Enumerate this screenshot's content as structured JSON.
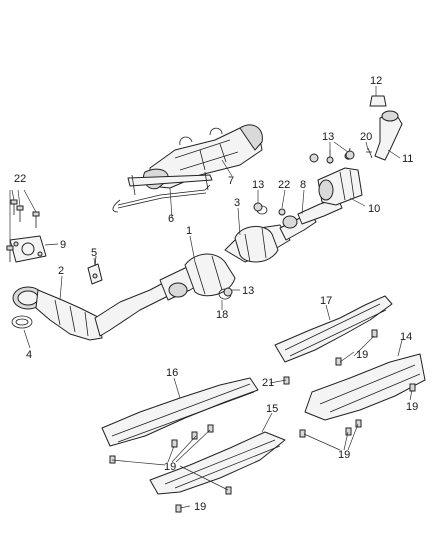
{
  "callouts": {
    "c22_left": "22",
    "c9": "9",
    "c2": "2",
    "c4": "4",
    "c5": "5",
    "c1": "1",
    "c3": "3",
    "c13_a": "13",
    "c22_right": "22",
    "c8": "8",
    "c13_b": "13",
    "c18": "18",
    "c6": "6",
    "c7": "7",
    "c10": "10",
    "c11": "11",
    "c12": "12",
    "c13_c": "13",
    "c20": "20",
    "c17": "17",
    "c14": "14",
    "c19_a": "19",
    "c19_b": "19",
    "c19_c": "19",
    "c21": "21",
    "c16": "16",
    "c15": "15",
    "c19_d": "19",
    "c19_e": "19"
  }
}
